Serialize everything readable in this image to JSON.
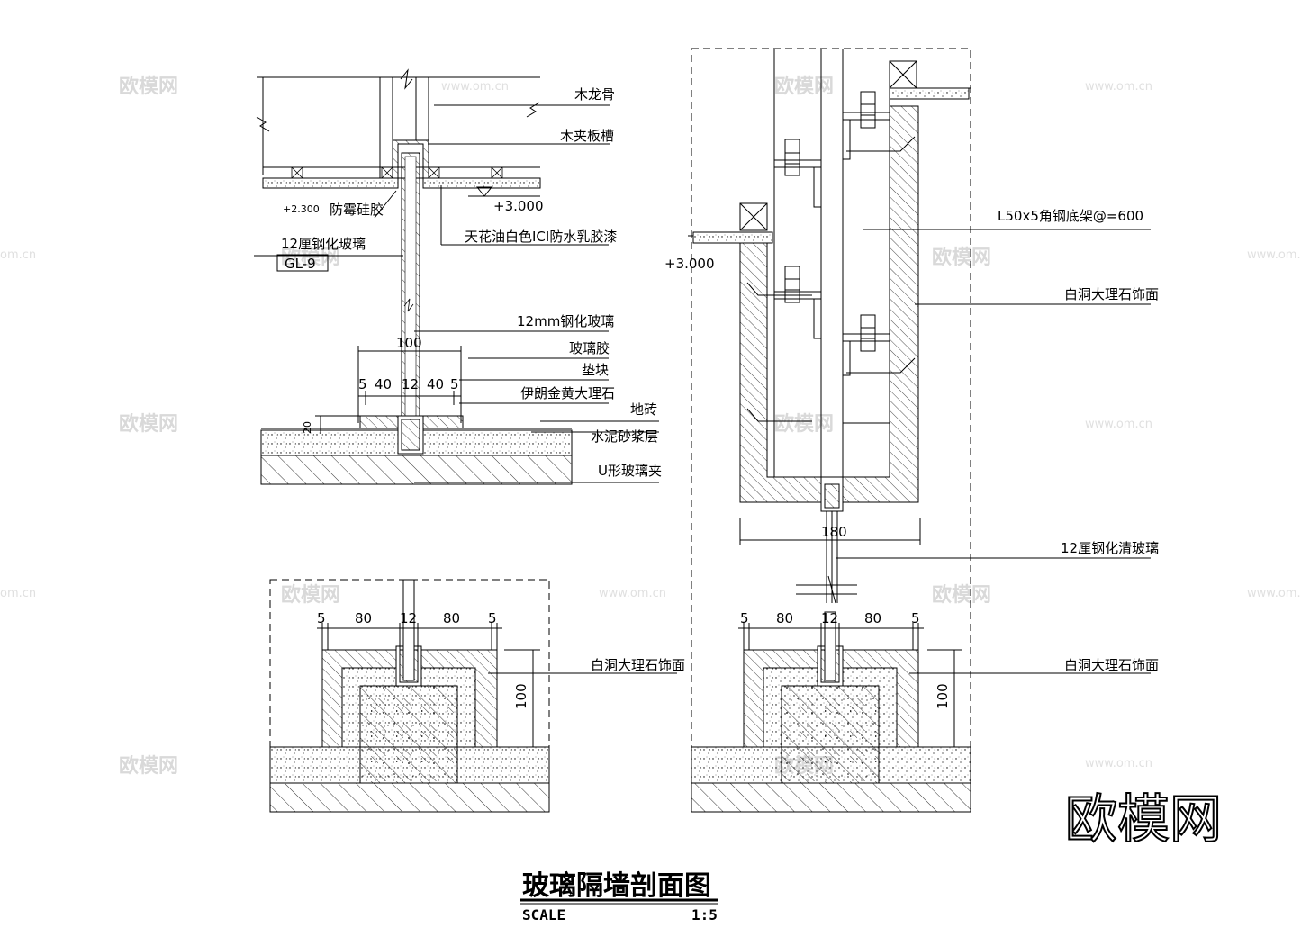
{
  "title": "玻璃隔墙剖面图",
  "scale_label": "SCALE",
  "scale_value": "1:5",
  "brand_logo": "欧模网",
  "watermarks": {
    "text": "欧模网",
    "url": "www.om.cn",
    "url_partial": "om.cn"
  },
  "top_left_detail": {
    "labels": {
      "wood_keel": "木龙骨",
      "wood_clip_slot": "木夹板槽",
      "elev_ceiling": "+3.000",
      "elev_left": "+2.300",
      "mildew_silicone": "防霉硅胶",
      "ceiling_paint": "天花油白色ICI防水乳胶漆",
      "glass_12": "12厘钢化玻璃",
      "glass_tag": "GL-9",
      "glass_12mm": "12mm钢化玻璃",
      "glass_glue": "玻璃胶",
      "pad_block": "垫块",
      "iran_marble": "伊朗金黄大理石",
      "floor_tile": "地砖",
      "cement_mortar": "水泥砂浆层",
      "u_glass_clip": "U形玻璃夹"
    },
    "dims": {
      "total": "100",
      "d1": "5",
      "d2": "40",
      "d3": "12",
      "d4": "40",
      "d5": "5",
      "height": "20"
    }
  },
  "top_right_detail": {
    "labels": {
      "angle_steel": "L50x5角钢底架@=600",
      "elev": "+3.000",
      "marble_face": "白洞大理石饰面",
      "glass_clear": "12厘钢化清玻璃"
    },
    "dims": {
      "width": "180"
    }
  },
  "bottom_left_detail": {
    "labels": {
      "marble_face": "白洞大理石饰面"
    },
    "dims": {
      "d1": "5",
      "d2": "80",
      "d3": "12",
      "d4": "80",
      "d5": "5",
      "height": "100"
    }
  },
  "bottom_right_detail": {
    "labels": {
      "marble_face": "白洞大理石饰面"
    },
    "dims": {
      "d1": "5",
      "d2": "80",
      "d3": "12",
      "d4": "80",
      "d5": "5",
      "height": "100"
    }
  }
}
